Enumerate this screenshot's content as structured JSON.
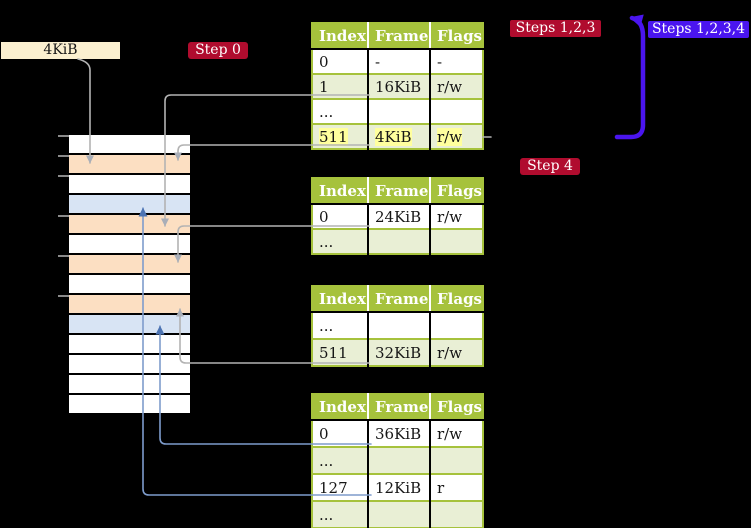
{
  "labels": {
    "frame_size": "4KiB"
  },
  "badges": {
    "step0": "Step 0",
    "steps123": "Steps 1,2,3",
    "steps1234": "Steps 1,2,3,4",
    "step4": "Step 4"
  },
  "colors": {
    "crimson": "#b00c2e",
    "violet": "#4a15ef",
    "table-green": "#a6c23c",
    "row-green": "#e9efd5",
    "row-orange": "#fcdfc2",
    "row-blue": "#d8e4f4",
    "label-wheat": "#fbf0d0",
    "highlight-yellow": "#ffff9e",
    "line-gray": "#b3b3b3",
    "arrow-gray": "#a9aeb8",
    "line-blue": "#7e9ccc",
    "arrow-blue": "#4d74b3"
  },
  "tables": [
    {
      "title": "page-table-top",
      "headers": [
        "Index",
        "Frame",
        "Flags"
      ],
      "rows": [
        {
          "cells": [
            "0",
            "-",
            "-"
          ],
          "shaded": false,
          "highlighted": false
        },
        {
          "cells": [
            "1",
            "16KiB",
            "r/w"
          ],
          "shaded": true,
          "highlighted": false
        },
        {
          "cells": [
            "...",
            "",
            ""
          ],
          "shaded": false,
          "highlighted": false
        },
        {
          "cells": [
            "511",
            "4KiB",
            "r/w"
          ],
          "shaded": true,
          "highlighted": true
        }
      ]
    },
    {
      "title": "page-table-second",
      "headers": [
        "Index",
        "Frame",
        "Flags"
      ],
      "rows": [
        {
          "cells": [
            "0",
            "24KiB",
            "r/w"
          ],
          "shaded": false,
          "highlighted": false
        },
        {
          "cells": [
            "...",
            "",
            ""
          ],
          "shaded": true,
          "highlighted": false
        }
      ]
    },
    {
      "title": "page-table-third",
      "headers": [
        "Index",
        "Frame",
        "Flags"
      ],
      "rows": [
        {
          "cells": [
            "...",
            "",
            ""
          ],
          "shaded": false,
          "highlighted": false
        },
        {
          "cells": [
            "511",
            "32KiB",
            "r/w"
          ],
          "shaded": true,
          "highlighted": false
        }
      ]
    },
    {
      "title": "page-table-bottom",
      "headers": [
        "Index",
        "Frame",
        "Flags"
      ],
      "rows": [
        {
          "cells": [
            "0",
            "36KiB",
            "r/w"
          ],
          "shaded": false,
          "highlighted": false
        },
        {
          "cells": [
            "...",
            "",
            ""
          ],
          "shaded": true,
          "highlighted": false
        },
        {
          "cells": [
            "127",
            "12KiB",
            "r"
          ],
          "shaded": false,
          "highlighted": false
        },
        {
          "cells": [
            "...",
            "",
            ""
          ],
          "shaded": true,
          "highlighted": false
        }
      ]
    }
  ],
  "memory": {
    "row_colors": [
      "white",
      "orange",
      "white",
      "blue",
      "orange",
      "white",
      "orange",
      "white",
      "orange",
      "blue",
      "white",
      "white",
      "white",
      "white"
    ]
  }
}
